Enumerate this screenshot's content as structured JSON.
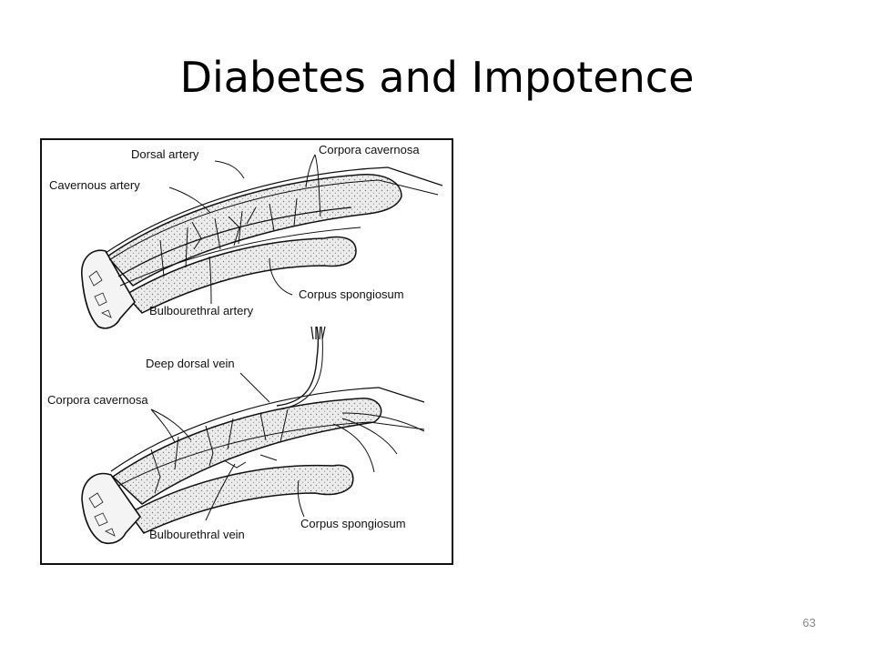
{
  "slide": {
    "title": "Diabetes and Impotence",
    "page_number": "63"
  },
  "figure": {
    "top_panel": {
      "labels": {
        "dorsal_artery": "Dorsal artery",
        "corpora_cavernosa": "Corpora cavernosa",
        "cavernous_artery": "Cavernous artery",
        "corpus_spongiosum": "Corpus spongiosum",
        "bulbourethral_artery": "Bulbourethral artery"
      }
    },
    "bottom_panel": {
      "labels": {
        "deep_dorsal_vein": "Deep dorsal vein",
        "corpora_cavernosa": "Corpora  cavernosa",
        "corpus_spongiosum": "Corpus spongiosum",
        "bulbourethral_vein": "Bulbourethral vein"
      }
    }
  }
}
